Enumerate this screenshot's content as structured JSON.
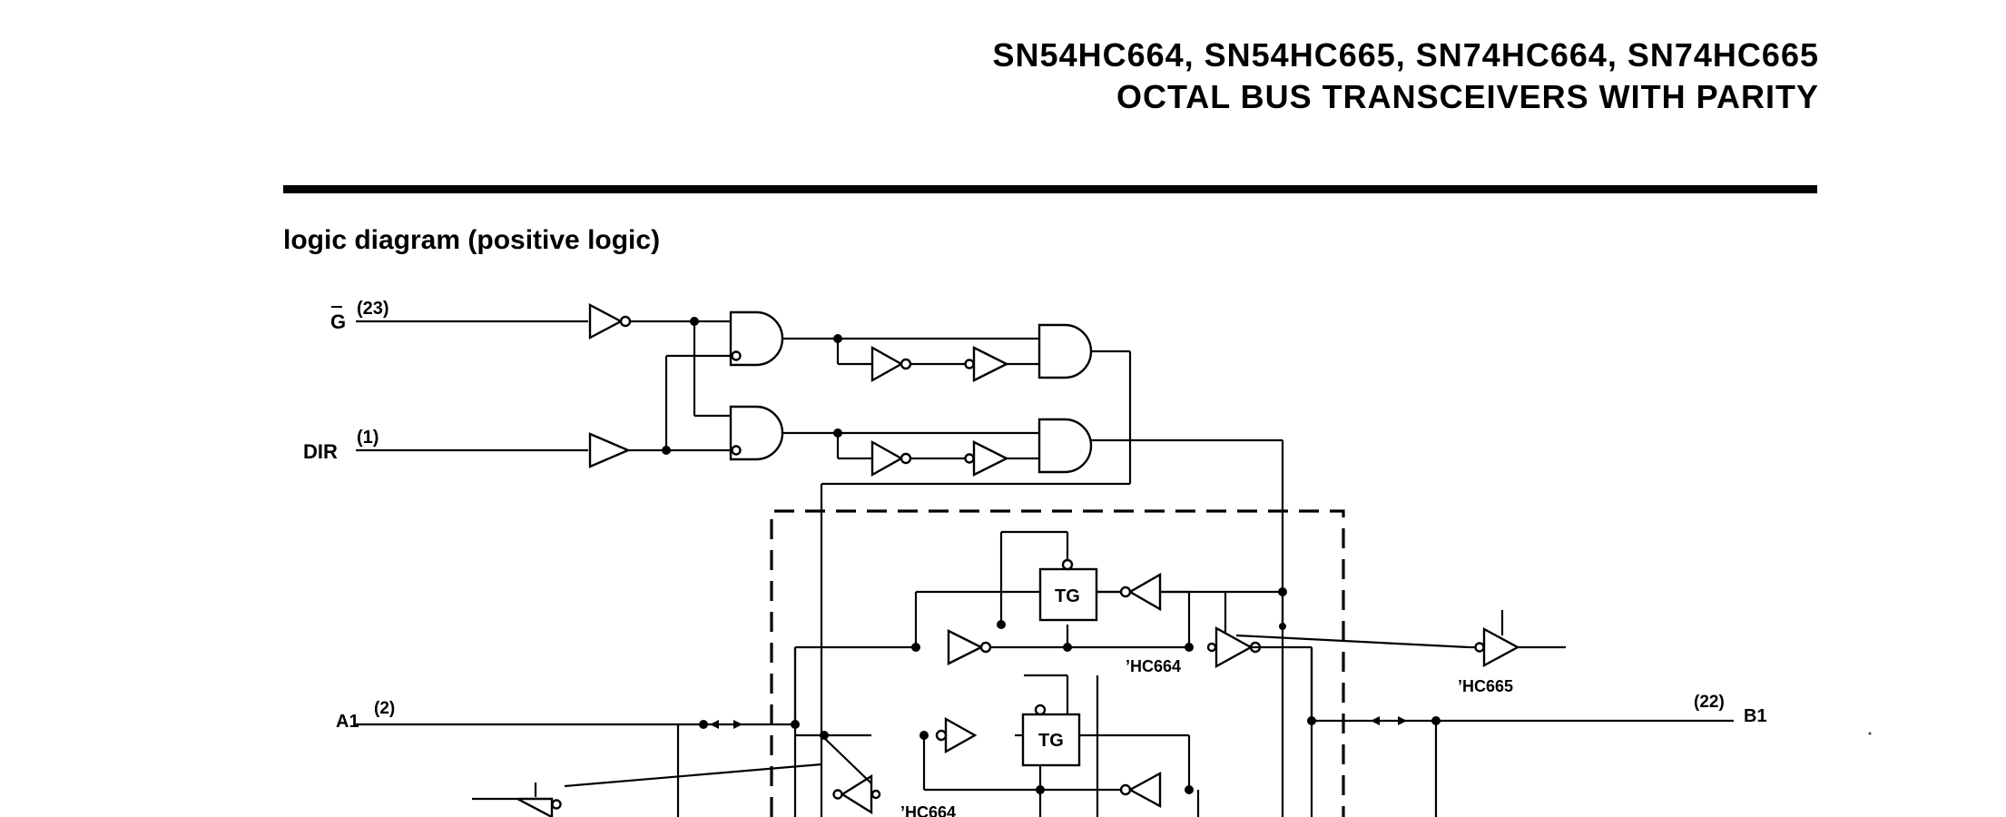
{
  "header": {
    "part_numbers": "SN54HC664, SN54HC665, SN74HC664, SN74HC665",
    "title": "OCTAL BUS TRANSCEIVERS WITH PARITY"
  },
  "section_title": "logic diagram (positive logic)",
  "pins": {
    "g": {
      "label": "G",
      "number": "(23)"
    },
    "dir": {
      "label": "DIR",
      "number": "(1)"
    },
    "a1": {
      "label": "A1",
      "number": "(2)"
    },
    "b1": {
      "label": "B1",
      "number": "(22)"
    }
  },
  "blocks": {
    "tg_label": "TG",
    "hc664_label": "’HC664",
    "hc665_label": "’HC665"
  }
}
